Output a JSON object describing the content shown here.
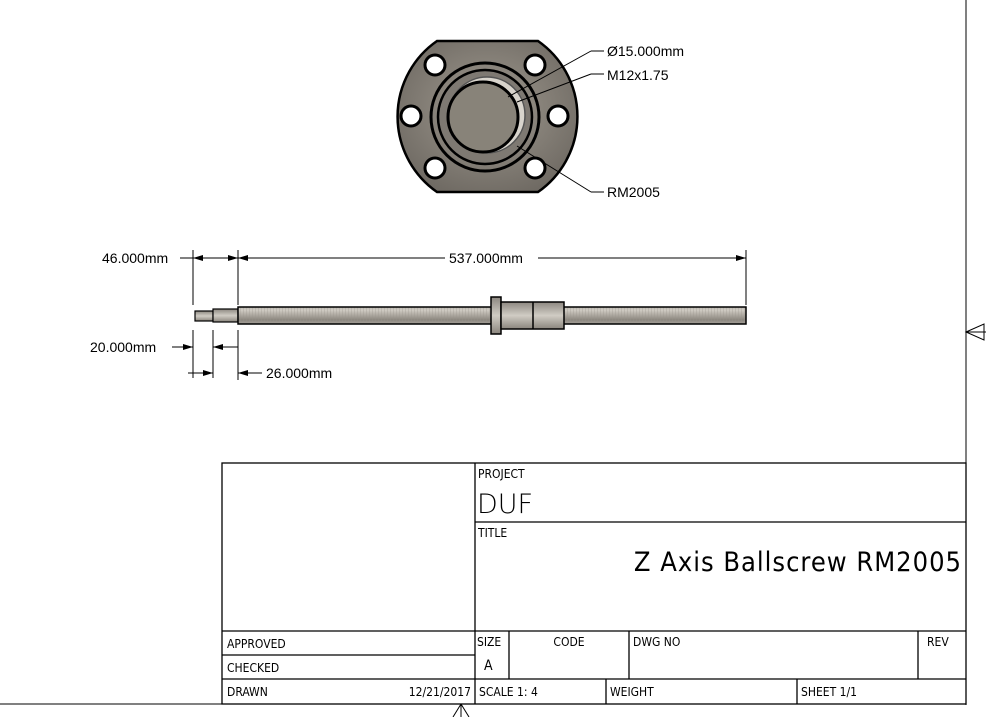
{
  "front_view": {
    "callouts": [
      "Ø15.000mm",
      "M12x1.75",
      "RM2005"
    ]
  },
  "side_view": {
    "dimensions": {
      "overall_left": "46.000mm",
      "thread_length": "537.000mm",
      "step1": "20.000mm",
      "step2": "26.000mm"
    }
  },
  "title_block": {
    "project_label": "PROJECT",
    "project_value": "DUF",
    "title_label": "TITLE",
    "title_value": "Z Axis Ballscrew RM2005",
    "approved_label": "APPROVED",
    "checked_label": "CHECKED",
    "drawn_label": "DRAWN",
    "drawn_date": "12/21/2017",
    "size_label": "SIZE",
    "size_value": "A",
    "code_label": "CODE",
    "dwg_no_label": "DWG NO",
    "rev_label": "REV",
    "scale_label": "SCALE 1: 4",
    "weight_label": "WEIGHT",
    "sheet_label": "SHEET 1/1"
  },
  "colors": {
    "part_fill": "#8a857d",
    "line": "#000000"
  }
}
